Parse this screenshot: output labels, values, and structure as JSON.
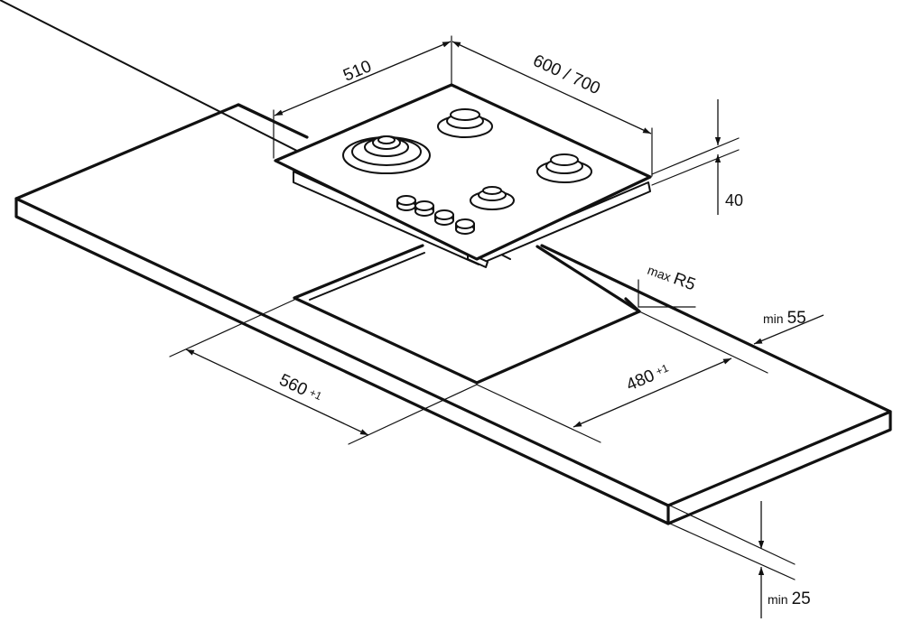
{
  "dimensions": {
    "hob_depth": "510",
    "hob_width": "600 / 700",
    "hob_height": "40",
    "corner_radius_prefix": "max",
    "corner_radius_value": "R5",
    "side_clearance_prefix": "min",
    "side_clearance_value": "55",
    "cutout_width": "560",
    "cutout_width_tolerance": "+1",
    "cutout_depth": "480",
    "cutout_depth_tolerance": "+1",
    "worktop_thickness_prefix": "min",
    "worktop_thickness_value": "25"
  },
  "colors": {
    "line": "#111111",
    "background": "#ffffff"
  }
}
